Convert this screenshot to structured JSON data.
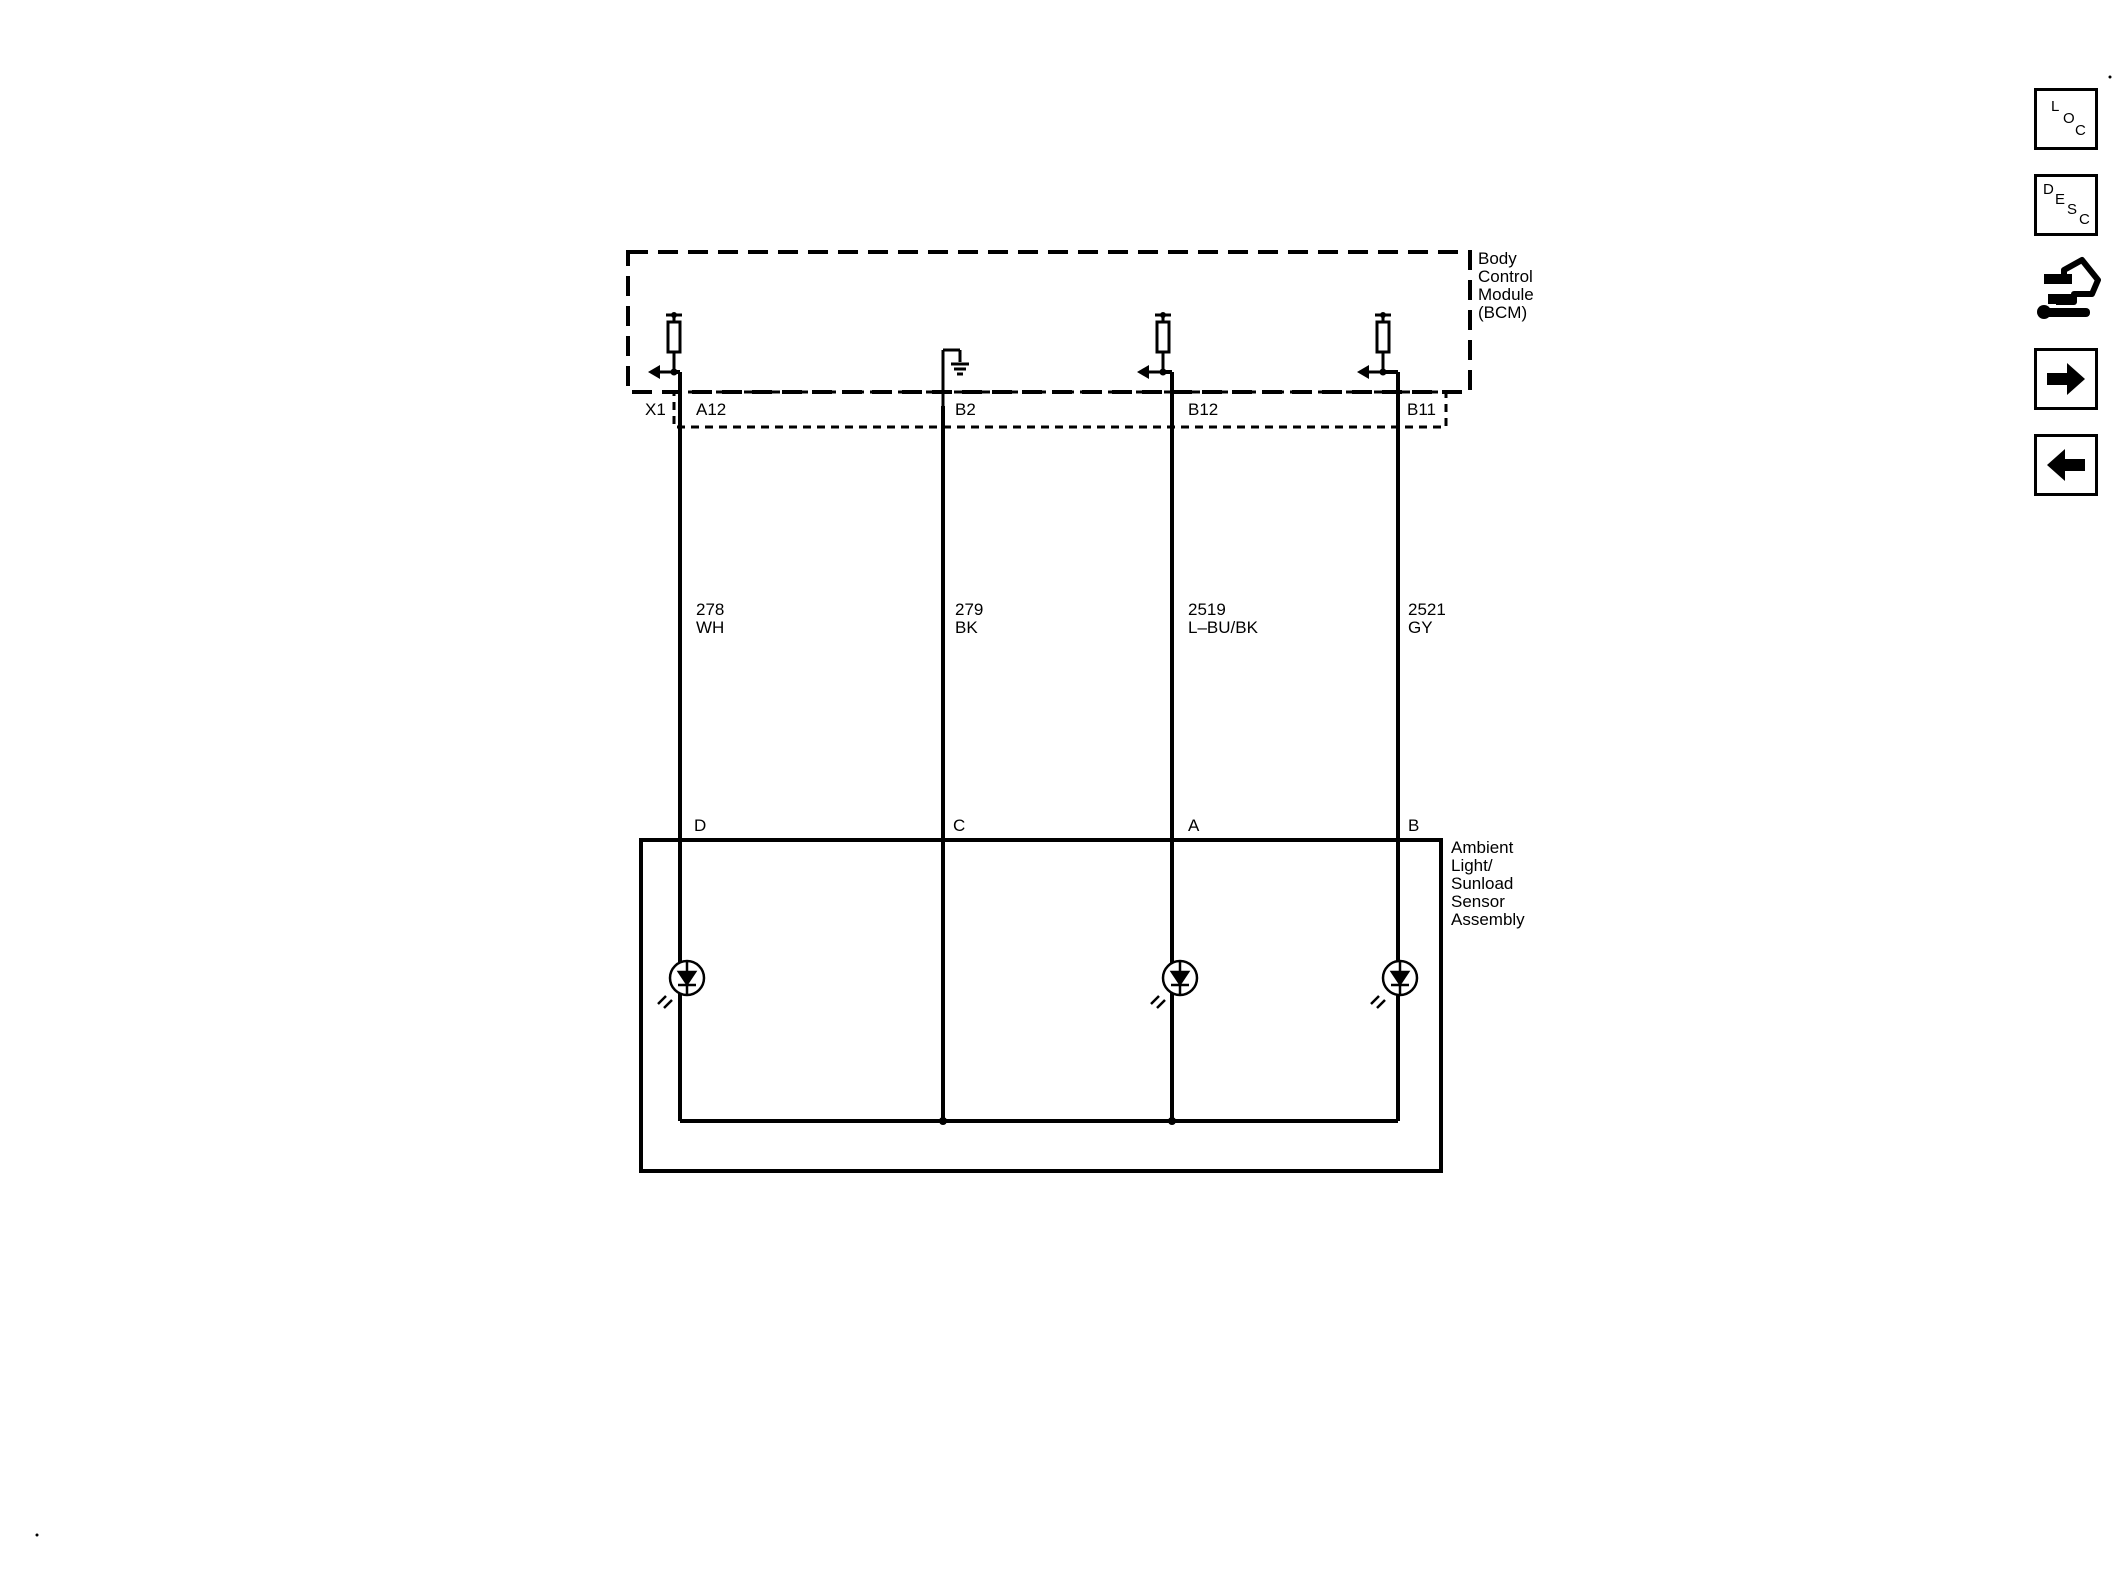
{
  "module": {
    "name_lines": [
      "Body",
      "Control",
      "Module",
      "(BCM)"
    ],
    "connector": "X1",
    "pins": [
      "A12",
      "B2",
      "B12",
      "B11"
    ]
  },
  "wires": [
    {
      "circuit": "278",
      "color": "WH"
    },
    {
      "circuit": "279",
      "color": "BK"
    },
    {
      "circuit": "2519",
      "color": "L–BU/BK"
    },
    {
      "circuit": "2521",
      "color": "GY"
    }
  ],
  "sensor": {
    "name_lines": [
      "Ambient",
      "Light/",
      "Sunload",
      "Sensor",
      "Assembly"
    ],
    "pins": [
      "D",
      "C",
      "A",
      "B"
    ]
  },
  "nav": {
    "loc": {
      "letters": [
        "L",
        "O",
        "C"
      ]
    },
    "desc": {
      "letters": [
        "D",
        "E",
        "S",
        "C"
      ]
    },
    "connector_icon": "connector-end-view-icon",
    "next_icon": "arrow-right-icon",
    "prev_icon": "arrow-left-icon"
  }
}
